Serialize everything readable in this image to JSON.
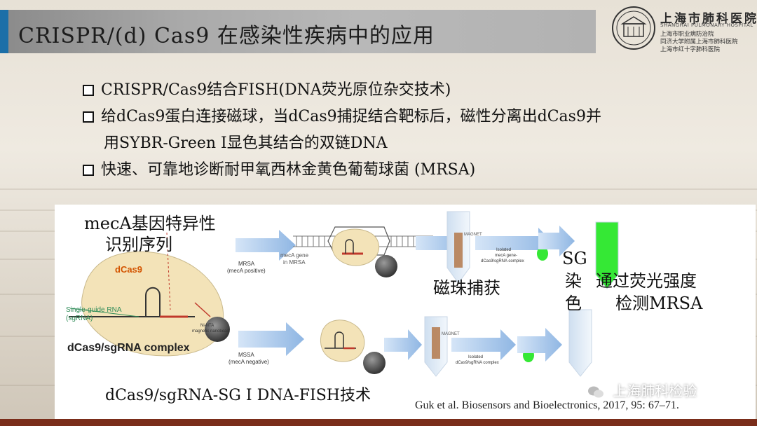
{
  "header": {
    "title": "CRISPR/(d) Cas9 在感染性疾病中的应用",
    "logo": {
      "name": "上海市肺科医院",
      "english": "SHANGHAI PULMONARY HOSPITAL",
      "line1": "上海市职业病防治院",
      "line2": "同济大学附属上海市肺科医院",
      "line3": "上海市红十字肺科医院"
    },
    "accent_color": "#1c6fa8"
  },
  "bullets": [
    {
      "line1": "CRISPR/Cas9结合FISH(DNA荧光原位杂交技术)"
    },
    {
      "line1": "给dCas9蛋白连接磁球，当dCas9捕捉结合靶标后，磁性分离出dCas9并",
      "line2": "用SYBR-Green Ⅰ显色其结合的双链DNA"
    },
    {
      "line1": "快速、可靠地诊断耐甲氧西林金黄色葡萄球菌 (MRSA)"
    }
  ],
  "figure": {
    "label_meca_1": "mecA基因特异性",
    "label_meca_2": "识别序列",
    "label_beads": "磁珠捕获",
    "label_sg_1": "SG",
    "label_sg_2": "染",
    "label_sg_3": "色",
    "label_fluor_1": "通过荧光强度",
    "label_fluor_2": "检测MRSA",
    "label_technique": "dCas9/sgRNA-SG Ⅰ  DNA-FISH技术",
    "dcas9": "dCas9",
    "sgrna_1": "Single-guide RNA",
    "sgrna_2": "(sgRNA)",
    "nanobead_1": "Ni-NTA",
    "nanobead_2": "magnetic nanobead",
    "complex": "dCas9/sgRNA complex",
    "mrsa_1": "MRSA",
    "mrsa_2": "(mecA positive)",
    "mssa_1": "MSSA",
    "mssa_2": "(mecA negative)",
    "meca_gene_1": "mecA gene",
    "meca_gene_2": "in MRSA",
    "isolated_1": "Isolated",
    "isolated_2": "mecA gene-",
    "isolated_3": "dCas9/sgRNA complex",
    "isolated_b1": "Isolated",
    "isolated_b2": "dCas9/sgRNA complex",
    "magnet": "MAGNET",
    "plus": "+"
  },
  "citation": "Guk et al. Biosensors and Bioelectronics, 2017, 95: 67–71.",
  "watermark": "上海肺科检验",
  "colors": {
    "green": "#35e835",
    "arrow": "#a9c8ec",
    "cell": "#f3e3b8",
    "bar": "#7a2d1a"
  }
}
